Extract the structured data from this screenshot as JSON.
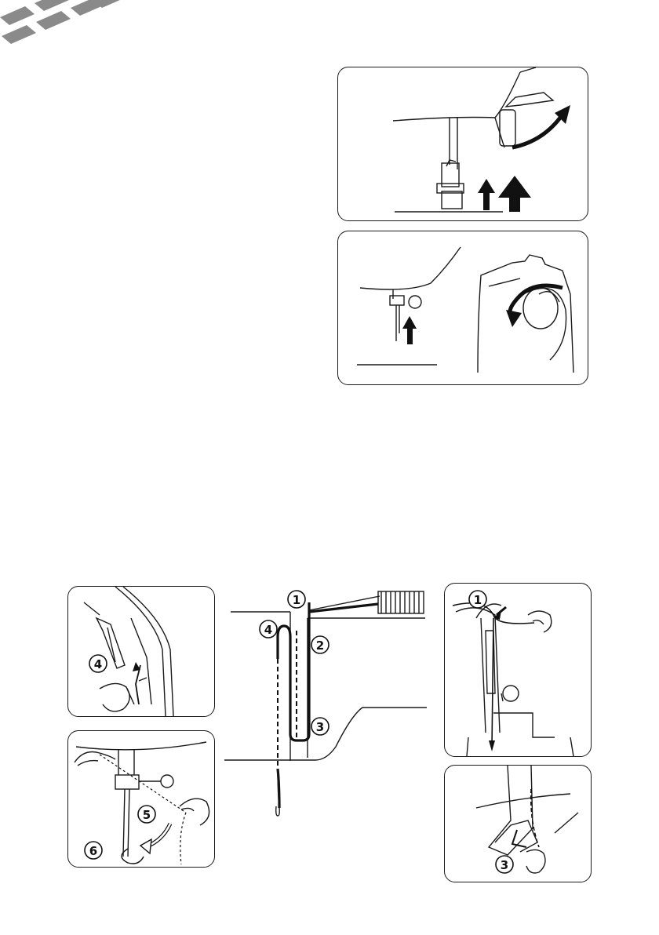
{
  "page": {
    "corner_stripes": "decorative-dash-band"
  },
  "threading_diagram": {
    "steps": [
      "1",
      "2",
      "3",
      "4"
    ]
  },
  "detail_panels": {
    "guide_step": "1",
    "takeup_step": "4",
    "lower_guide_step": "3",
    "needle_step": "5",
    "pull_step": "6"
  },
  "icons": {
    "raise_arrow": "up-arrow-icon",
    "rotate_arrow": "curved-arrow-icon",
    "handwheel_arrow": "rotate-toward-icon"
  },
  "colors": {
    "line": "#1a1a1a",
    "stripe": "#8a8a8a",
    "thread": "#111111"
  }
}
